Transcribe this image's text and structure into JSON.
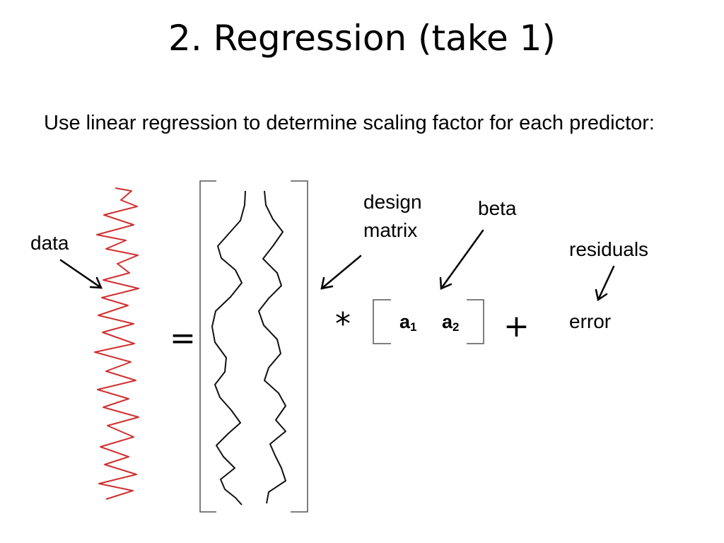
{
  "slide": {
    "title": "2. Regression (take 1)",
    "intro": "Use linear regression to determine scaling factor for each predictor:"
  },
  "labels": {
    "data": "data",
    "design_matrix_line1": "design",
    "design_matrix_line2": "matrix",
    "beta": "beta",
    "residuals": "residuals",
    "error": "error"
  },
  "equation": {
    "equals": "=",
    "times": "*",
    "plus": "+",
    "a_symbol": "a",
    "a1_sub": "1",
    "a2_sub": "2"
  },
  "colors": {
    "data_trace": "#d03030",
    "design_trace": "#111111",
    "text": "#000000",
    "background": "#ffffff"
  }
}
